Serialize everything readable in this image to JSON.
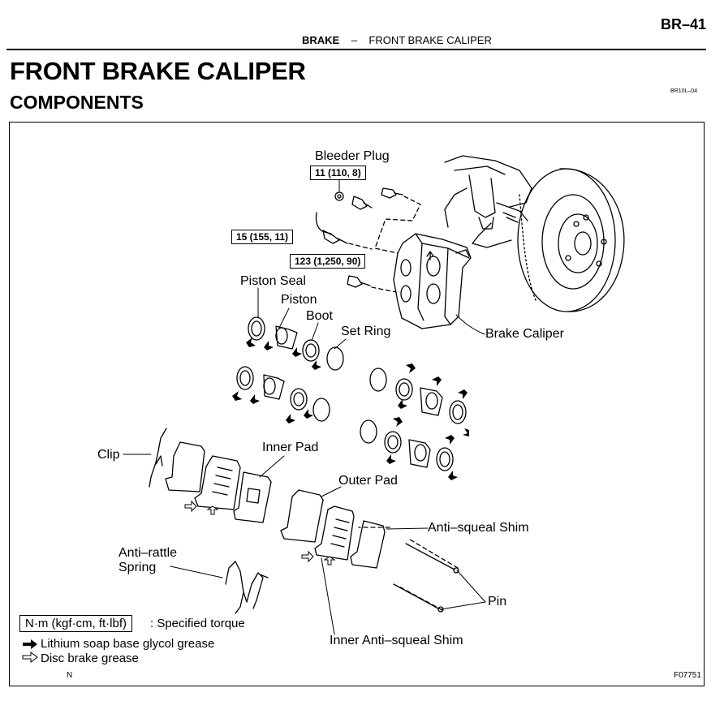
{
  "header": {
    "page_number": "BR–41",
    "section": "BRAKE",
    "separator": "–",
    "topic": "FRONT BRAKE CALIPER"
  },
  "title": "FRONT BRAKE CALIPER",
  "subtitle": "COMPONENTS",
  "doc_code": "BR10L–04",
  "torques": {
    "bleeder": "11 (110, 8)",
    "hose": "15 (155, 11)",
    "caliper": "123 (1,250, 90)"
  },
  "labels": {
    "bleeder_plug": "Bleeder Plug",
    "piston_seal": "Piston Seal",
    "piston": "Piston",
    "boot": "Boot",
    "set_ring": "Set Ring",
    "brake_caliper": "Brake Caliper",
    "clip": "Clip",
    "inner_pad": "Inner Pad",
    "outer_pad": "Outer Pad",
    "anti_squeal_shim": "Anti–squeal Shim",
    "anti_rattle_spring_1": "Anti–rattle",
    "anti_rattle_spring_2": "Spring",
    "pin": "Pin",
    "inner_anti_squeal_shim": "Inner Anti–squeal Shim"
  },
  "legend": {
    "torque_unit": "N·m (kgf·cm, ft·lbf)",
    "torque_desc": ": Specified torque",
    "glycol_symbol": "➡",
    "glycol": "Lithium soap base glycol grease",
    "disc_symbol": "⇨",
    "disc": "Disc brake grease"
  },
  "footer": {
    "left": "N",
    "right": "F07751"
  }
}
